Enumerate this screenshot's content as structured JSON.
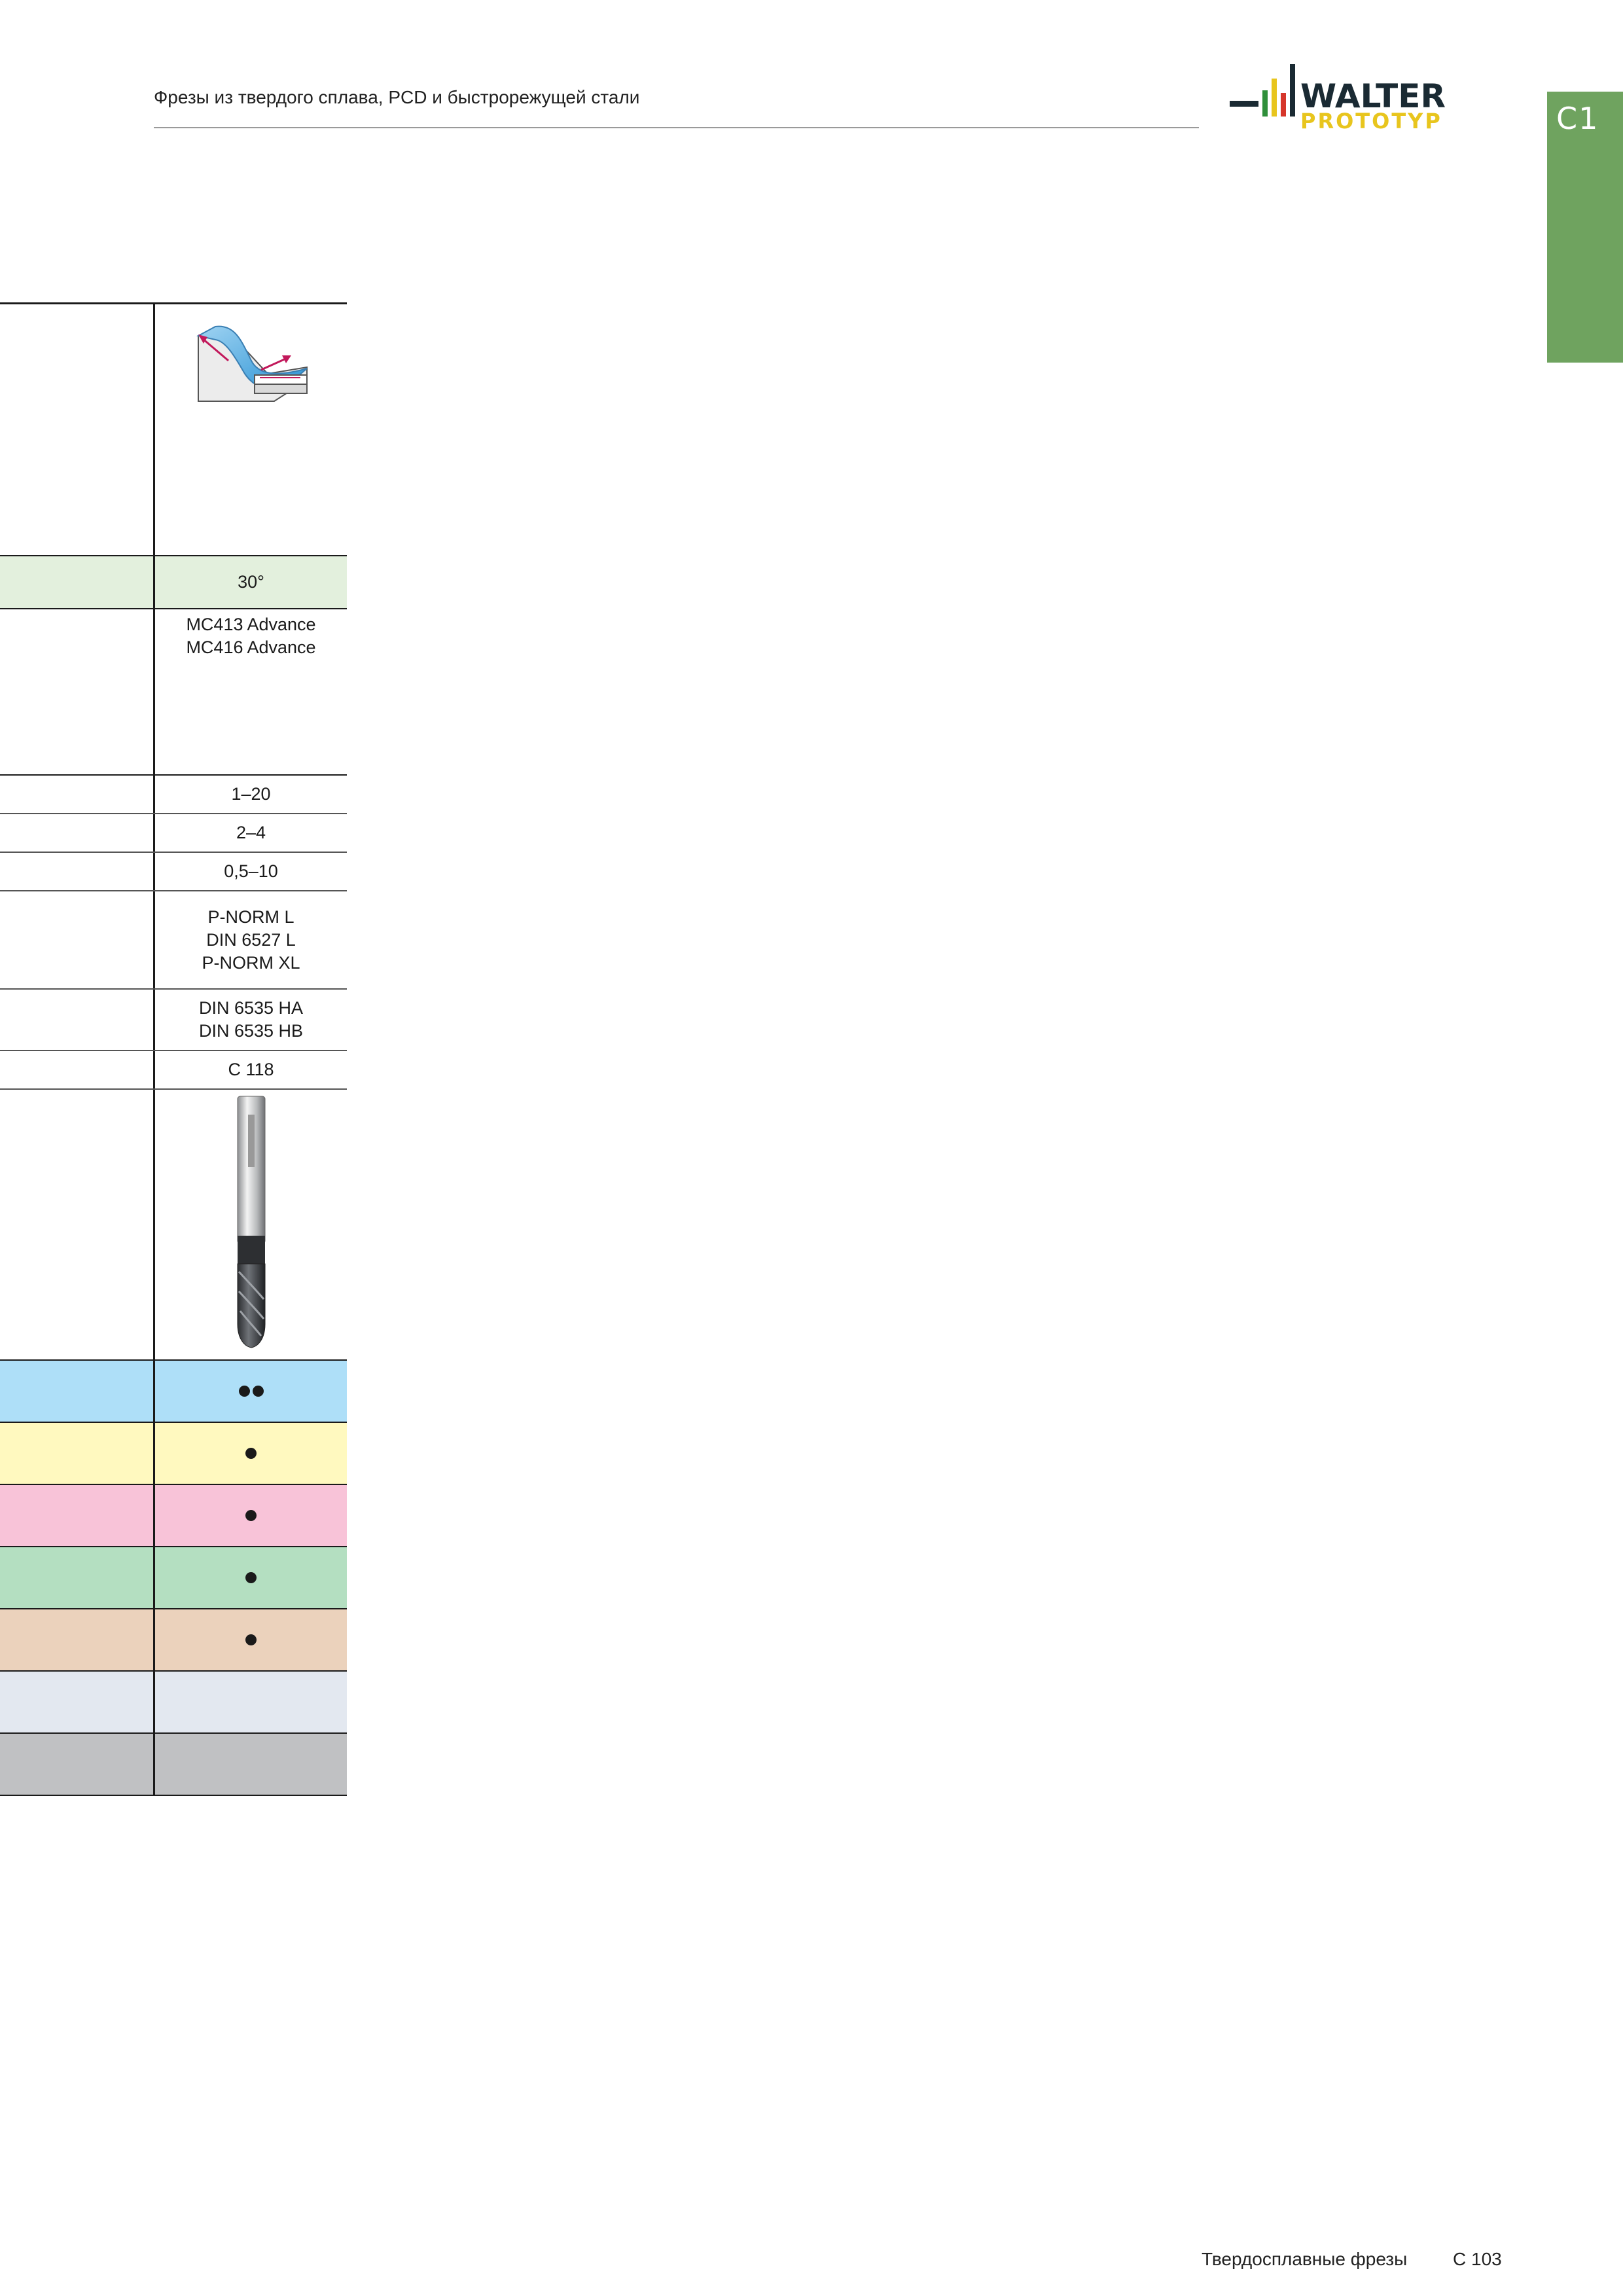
{
  "header": {
    "title": "Фрезы из твердого сплава, PCD и быстрорежущей стали",
    "logo_top": "WALTER",
    "logo_bottom": "PROTOTYP"
  },
  "section_tab": "C1",
  "colors": {
    "green_tab": "#6fa35f",
    "light_green": "#e3f0dd",
    "row_P": "#aedff8",
    "row_M": "#fff9bf",
    "row_K": "#f8c3d8",
    "row_N": "#b4dfc1",
    "row_S": "#ebd2bc",
    "row_H": "#e3e8f0",
    "row_O": "#c0c1c3"
  },
  "table": {
    "angle": "30°",
    "grades": [
      "MC413 Advance",
      "MC416 Advance"
    ],
    "diameter_range": "1–20",
    "teeth": "2–4",
    "corner_radius": "0,5–10",
    "norms": [
      "P-NORM L",
      "DIN 6527 L",
      "P-NORM XL"
    ],
    "shank": [
      "DIN 6535 HA",
      "DIN 6535 HB"
    ],
    "page_ref": "C 118",
    "materials": [
      {
        "key": "P",
        "dots": 2
      },
      {
        "key": "M",
        "dots": 1
      },
      {
        "key": "K",
        "dots": 1
      },
      {
        "key": "N",
        "dots": 1
      },
      {
        "key": "S",
        "dots": 1
      },
      {
        "key": "H",
        "dots": 0
      },
      {
        "key": "O",
        "dots": 0
      }
    ]
  },
  "footer": {
    "section_name": "Твердосплавные фрезы",
    "page": "C 103"
  }
}
